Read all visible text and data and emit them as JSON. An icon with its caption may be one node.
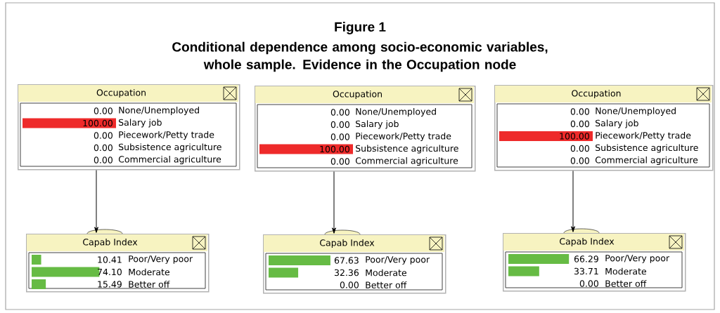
{
  "diagram": {
    "title": "Conditional dependence among socio-economic variables, whole sample. Evidence in the Occupation node",
    "labels": [
      "Figure 1"
    ],
    "nodes": [
      {
        "text": [
          "Occupation",
          "0.00",
          "None/Unemployed",
          "100.00",
          "Salary job",
          "0.00",
          "Piecework/Petty trade",
          "0.00",
          "Subsistence agriculture",
          "0.00",
          "Commercial agriculture"
        ]
      },
      {
        "text": [
          "Occupation",
          "0.00",
          "None/Unemployed",
          "0.00",
          "Salary job",
          "0.00",
          "Piecework/Petty trade",
          "100.00",
          "Subsistence agriculture",
          "0.00",
          "Commercial agriculture"
        ]
      },
      {
        "text": [
          "Occupation",
          "0.00",
          "None/Unemployed",
          "0.00",
          "Salary job",
          "100.00",
          "Piecework/Petty trade",
          "0.00",
          "Subsistence agriculture",
          "0.00",
          "Commercial agriculture"
        ]
      },
      {
        "text": [
          "Capab Index",
          "10.41",
          "Poor/Very poor",
          "74.10",
          "Moderate",
          "15.49",
          "Better off"
        ]
      },
      {
        "text": [
          "Capab Index",
          "67.63",
          "Poor/Very poor",
          "32.36",
          "Moderate",
          "0.00",
          "Better off"
        ]
      },
      {
        "text": [
          "Capab Index",
          "66.29",
          "Poor/Very poor",
          "33.71",
          "Moderate",
          "0.00",
          "Better off"
        ]
      }
    ],
    "edges": [
      {
        "from": 0,
        "to": 3,
        "arrow": "to"
      },
      {
        "from": 1,
        "to": 4,
        "arrow": "to"
      },
      {
        "from": 2,
        "to": 5,
        "arrow": "to"
      }
    ]
  }
}
